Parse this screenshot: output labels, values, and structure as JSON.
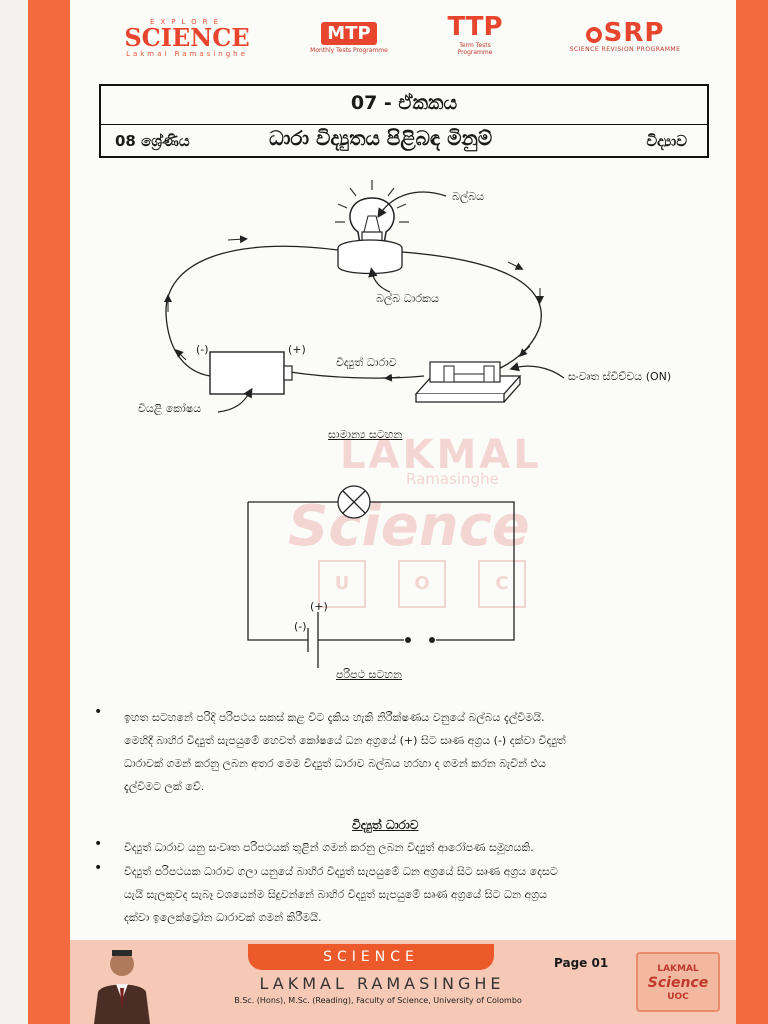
{
  "logos": {
    "science_top": "EXPLORE",
    "science": "SCIENCE",
    "science_sub": "Lakmal Ramasinghe",
    "mtp": "MTP",
    "mtp_sub": "Monthly Tests Programme",
    "ttp": "TTP",
    "ttp_sub": "Term Tests Programme",
    "srp": "SRP",
    "srp_sub": "SCIENCE REVISION PROGRAMME"
  },
  "title": {
    "unit": "07 - ඒකකය",
    "grade": "08 ශ්‍රේණිය",
    "topic": "ධාරා විද්‍යුතය පිළිබඳ මිනුම්",
    "subject": "විද්‍යාව"
  },
  "figure1": {
    "label_bulb": "බල්බය",
    "label_bulb_holder": "බල්බ ධාරකය",
    "label_current": "විද්‍යුත් ධාරාව",
    "label_switch": "සංවෘත ස්විච්චය (ON)",
    "label_cell": "වියළි කෝෂය",
    "label_minus": "(-)",
    "label_plus": "(+)",
    "caption": "සාමාන්‍ය සටහන"
  },
  "figure2": {
    "label_plus": "(+)",
    "label_minus": "(-)",
    "caption": "පරිපථ සටහන"
  },
  "watermark": {
    "line1": "LAKMAL",
    "line2": "Ramasinghe",
    "line3": "Science",
    "el1": "U",
    "el2": "O",
    "el3": "C"
  },
  "paragraph1": {
    "line1": "ඉහත සටහනේ පරිදි පරිපථය සකස් කළ විට දැකිය හැකි නිරීක්ෂණය වනුයේ බල්බය දැල්වීමයි.",
    "line2": "මෙහිදී බාහිර විද්‍යුත් සැපයුමේ හෙවත් කෝෂයේ ධන අග්‍රයේ (+) සිට සෘණ අග්‍රය (-) දක්වා විද්‍යුත්",
    "line3": "ධාරාවක් ගමන් කරනු ලබන අතර මෙම විද්‍යුත් ධාරාව බල්බය හරහා ද ගමන් කරන බැවින් එය",
    "line4": "දැල්වීමට ලක් වේ."
  },
  "section2": {
    "heading": "විද්‍යුත් ධාරාව",
    "bullet1": "විද්‍යුත් ධාරාව යනු සංවෘත පරිපථයක් තුළින් ගමන් කරනු ලබන විද්‍යුත් ආරෝපණ සමූහයකි.",
    "bullet2_line1": "විද්‍යුත් පරිපථයක ධාරාව ගලා යනුයේ බාහිර විද්‍යුත් සැපයුමේ ධන අග්‍රයේ සිට සෘණ අග්‍රය දෙසට",
    "bullet2_line2": "යැයි සැලකුවද සැබෑ වශයෙන්ම සිදුවන්නේ බාහිර විද්‍යුත් සැපයුමේ සෘණ අග්‍රයේ සිට ධන අග්‍රය",
    "bullet2_line3": "දක්වා ඉලෙක්ට්‍රෝන ධාරාවක් ගමන් කිරීමයි."
  },
  "footer": {
    "brand": "SCIENCE",
    "name": "LAKMAL RAMASINGHE",
    "qualification": "B.Sc. (Hons), M.Sc. (Reading), Faculty of Science, University of Colombo",
    "page": "Page 01",
    "logo_line1": "LAKMAL",
    "logo_line2": "Science",
    "logo_line3": "UOC"
  },
  "colors": {
    "band": "#f26a3d",
    "accent": "#e8452e",
    "footer_bg": "#f6c9b6"
  }
}
